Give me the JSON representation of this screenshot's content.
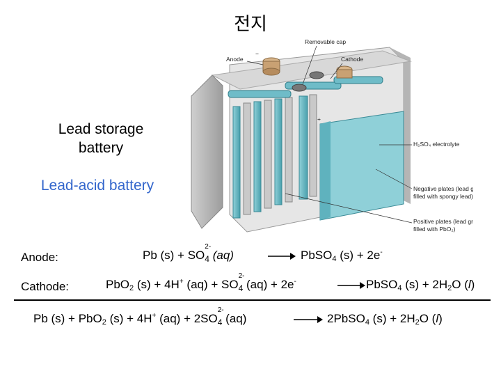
{
  "title": "전지",
  "left_labels": {
    "lead_storage": "Lead storage battery",
    "lead_acid": "Lead-acid battery"
  },
  "diagram_labels": {
    "removable_cap": "Removable cap",
    "anode": "Anode",
    "cathode": "Cathode",
    "electrolyte": "H₂SO₄ electrolyte",
    "negative_plates_1": "Negative plates (lead grills",
    "negative_plates_2": "filled with spongy lead)",
    "positive_plates_1": "Positive plates (lead grills",
    "positive_plates_2": "filled with PbO₂)",
    "minus_sign": "−",
    "plus_sign": "+"
  },
  "equations": {
    "anode_label": "Anode:",
    "cathode_label": "Cathode:",
    "anode_lhs": "Pb (s) + SO",
    "anode_phase": "(aq)",
    "anode_rhs": "PbSO",
    "anode_rhs_tail": "(s) + 2e",
    "cathode_lhs_1": "PbO",
    "cathode_lhs_2": "(s) + 4H",
    "cathode_lhs_3": "(aq) + SO",
    "cathode_lhs_4": "(aq) + 2e",
    "cathode_rhs_1": "PbSO",
    "cathode_rhs_2": "(s) + 2H",
    "cathode_rhs_3": "O (",
    "cathode_rhs_phase": "l",
    "cathode_rhs_close": ")",
    "overall_lhs_1": "Pb (s) + PbO",
    "overall_lhs_2": "(s) + 4H",
    "overall_lhs_3": "(aq) + 2SO",
    "overall_lhs_4": "(aq)",
    "overall_rhs_1": "2PbSO",
    "overall_rhs_2": "(s) + 2H",
    "overall_rhs_3": "O (",
    "overall_rhs_phase": "l",
    "overall_rhs_close": ")",
    "sub_2": "2",
    "sub_4": "4",
    "sup_2minus": "2-",
    "sup_plus": "+",
    "sup_minus": "-"
  }
}
